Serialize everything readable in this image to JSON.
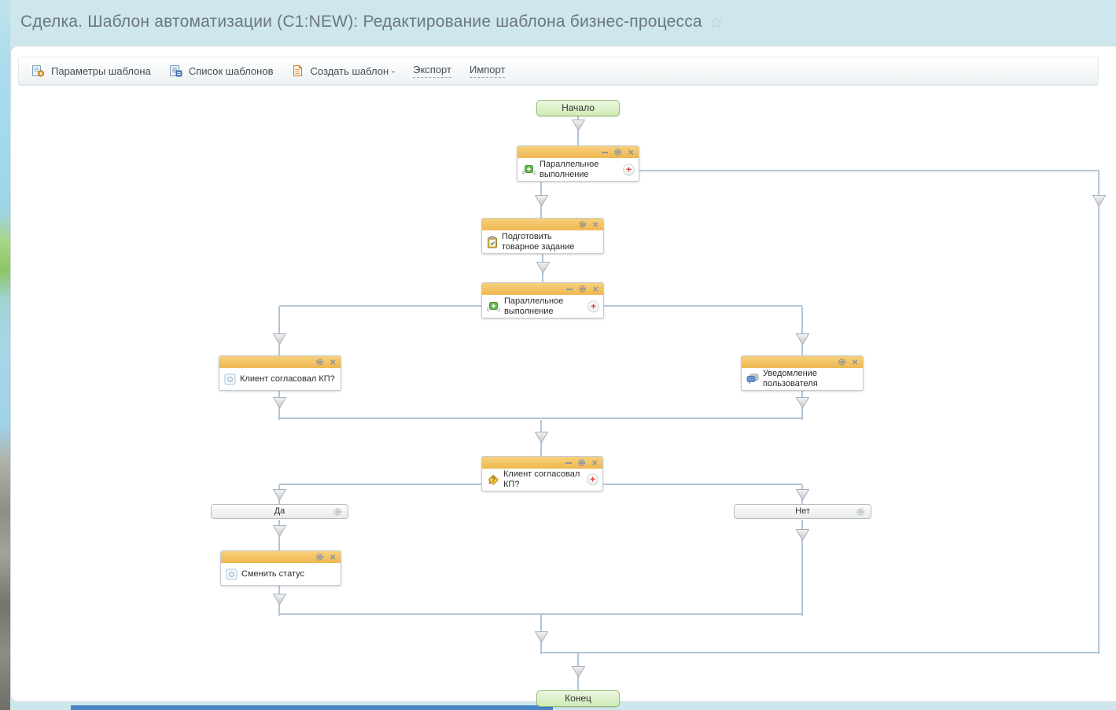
{
  "page": {
    "title": "Сделка. Шаблон автоматизации (C1:NEW): Редактирование шаблона бизнес-процесса",
    "star": "☆"
  },
  "toolbar": {
    "buttons": [
      {
        "label": "Параметры шаблона"
      },
      {
        "label": "Список шаблонов"
      },
      {
        "label": "Создать шаблон -"
      }
    ],
    "links": [
      {
        "label": "Экспорт"
      },
      {
        "label": "Импорт"
      }
    ]
  },
  "flow": {
    "start": "Начало",
    "end": "Конец",
    "yes": "Да",
    "no": "Нет",
    "parallel1": "Параллельное выполнение",
    "task": "Подготовить товарное задание",
    "parallel2": "Параллельное выполнение",
    "approve": "Клиент согласовал КП?",
    "notify": "Уведомление пользователя",
    "condition": "Клиент согласовал КП?",
    "status": "Сменить статус",
    "plus_icon": "+",
    "close_icon": "×",
    "question_mark": "?"
  },
  "colors": {
    "header_orange": "#f3c263",
    "connector_blue": "#b4c6d8",
    "terminal_green_border": "#92bc74",
    "accent_red": "#d9413a",
    "page_background": "#cde7ed"
  }
}
